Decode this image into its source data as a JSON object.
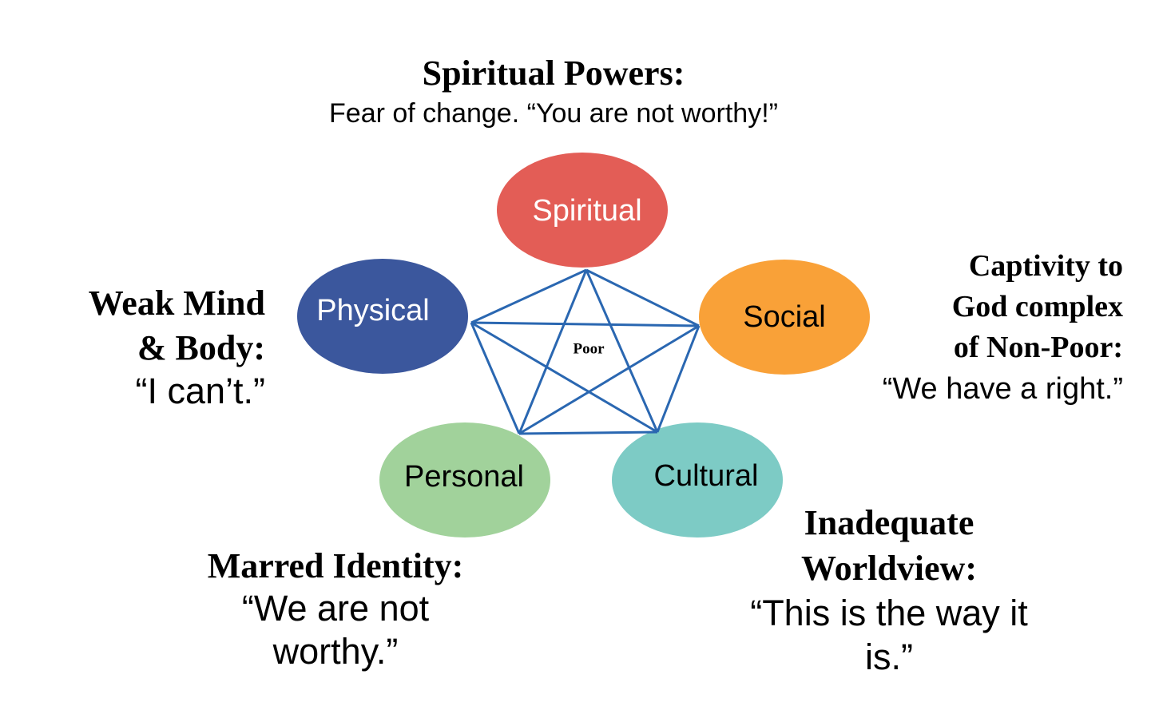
{
  "nodes": {
    "spiritual": {
      "label": "Spiritual",
      "color": "#e35d56",
      "text_color": "#ffffff"
    },
    "physical": {
      "label": "Physical",
      "color": "#3b579d",
      "text_color": "#ffffff"
    },
    "social": {
      "label": "Social",
      "color": "#f9a138",
      "text_color": "#000000"
    },
    "personal": {
      "label": "Personal",
      "color": "#a1d29b",
      "text_color": "#000000"
    },
    "cultural": {
      "label": "Cultural",
      "color": "#7dcbc5",
      "text_color": "#000000"
    }
  },
  "center_label": "Poor",
  "line_color": "#2a67b1",
  "captions": {
    "spiritual": {
      "heading": "Spiritual Powers:",
      "quote": "Fear of change. “You are not worthy!”"
    },
    "physical": {
      "heading_lines": [
        "Weak Mind",
        "& Body:"
      ],
      "quote": "“I can’t.”"
    },
    "social": {
      "heading_lines": [
        "Captivity to",
        "God complex",
        "of Non-Poor:"
      ],
      "quote": "“We have a right.”"
    },
    "personal": {
      "heading": "Marred Identity:",
      "quote_lines": [
        "“We are not",
        "worthy.”"
      ]
    },
    "cultural": {
      "heading_lines": [
        "Inadequate",
        "Worldview:"
      ],
      "quote_lines": [
        "“This is the way it",
        "is.”"
      ]
    }
  }
}
